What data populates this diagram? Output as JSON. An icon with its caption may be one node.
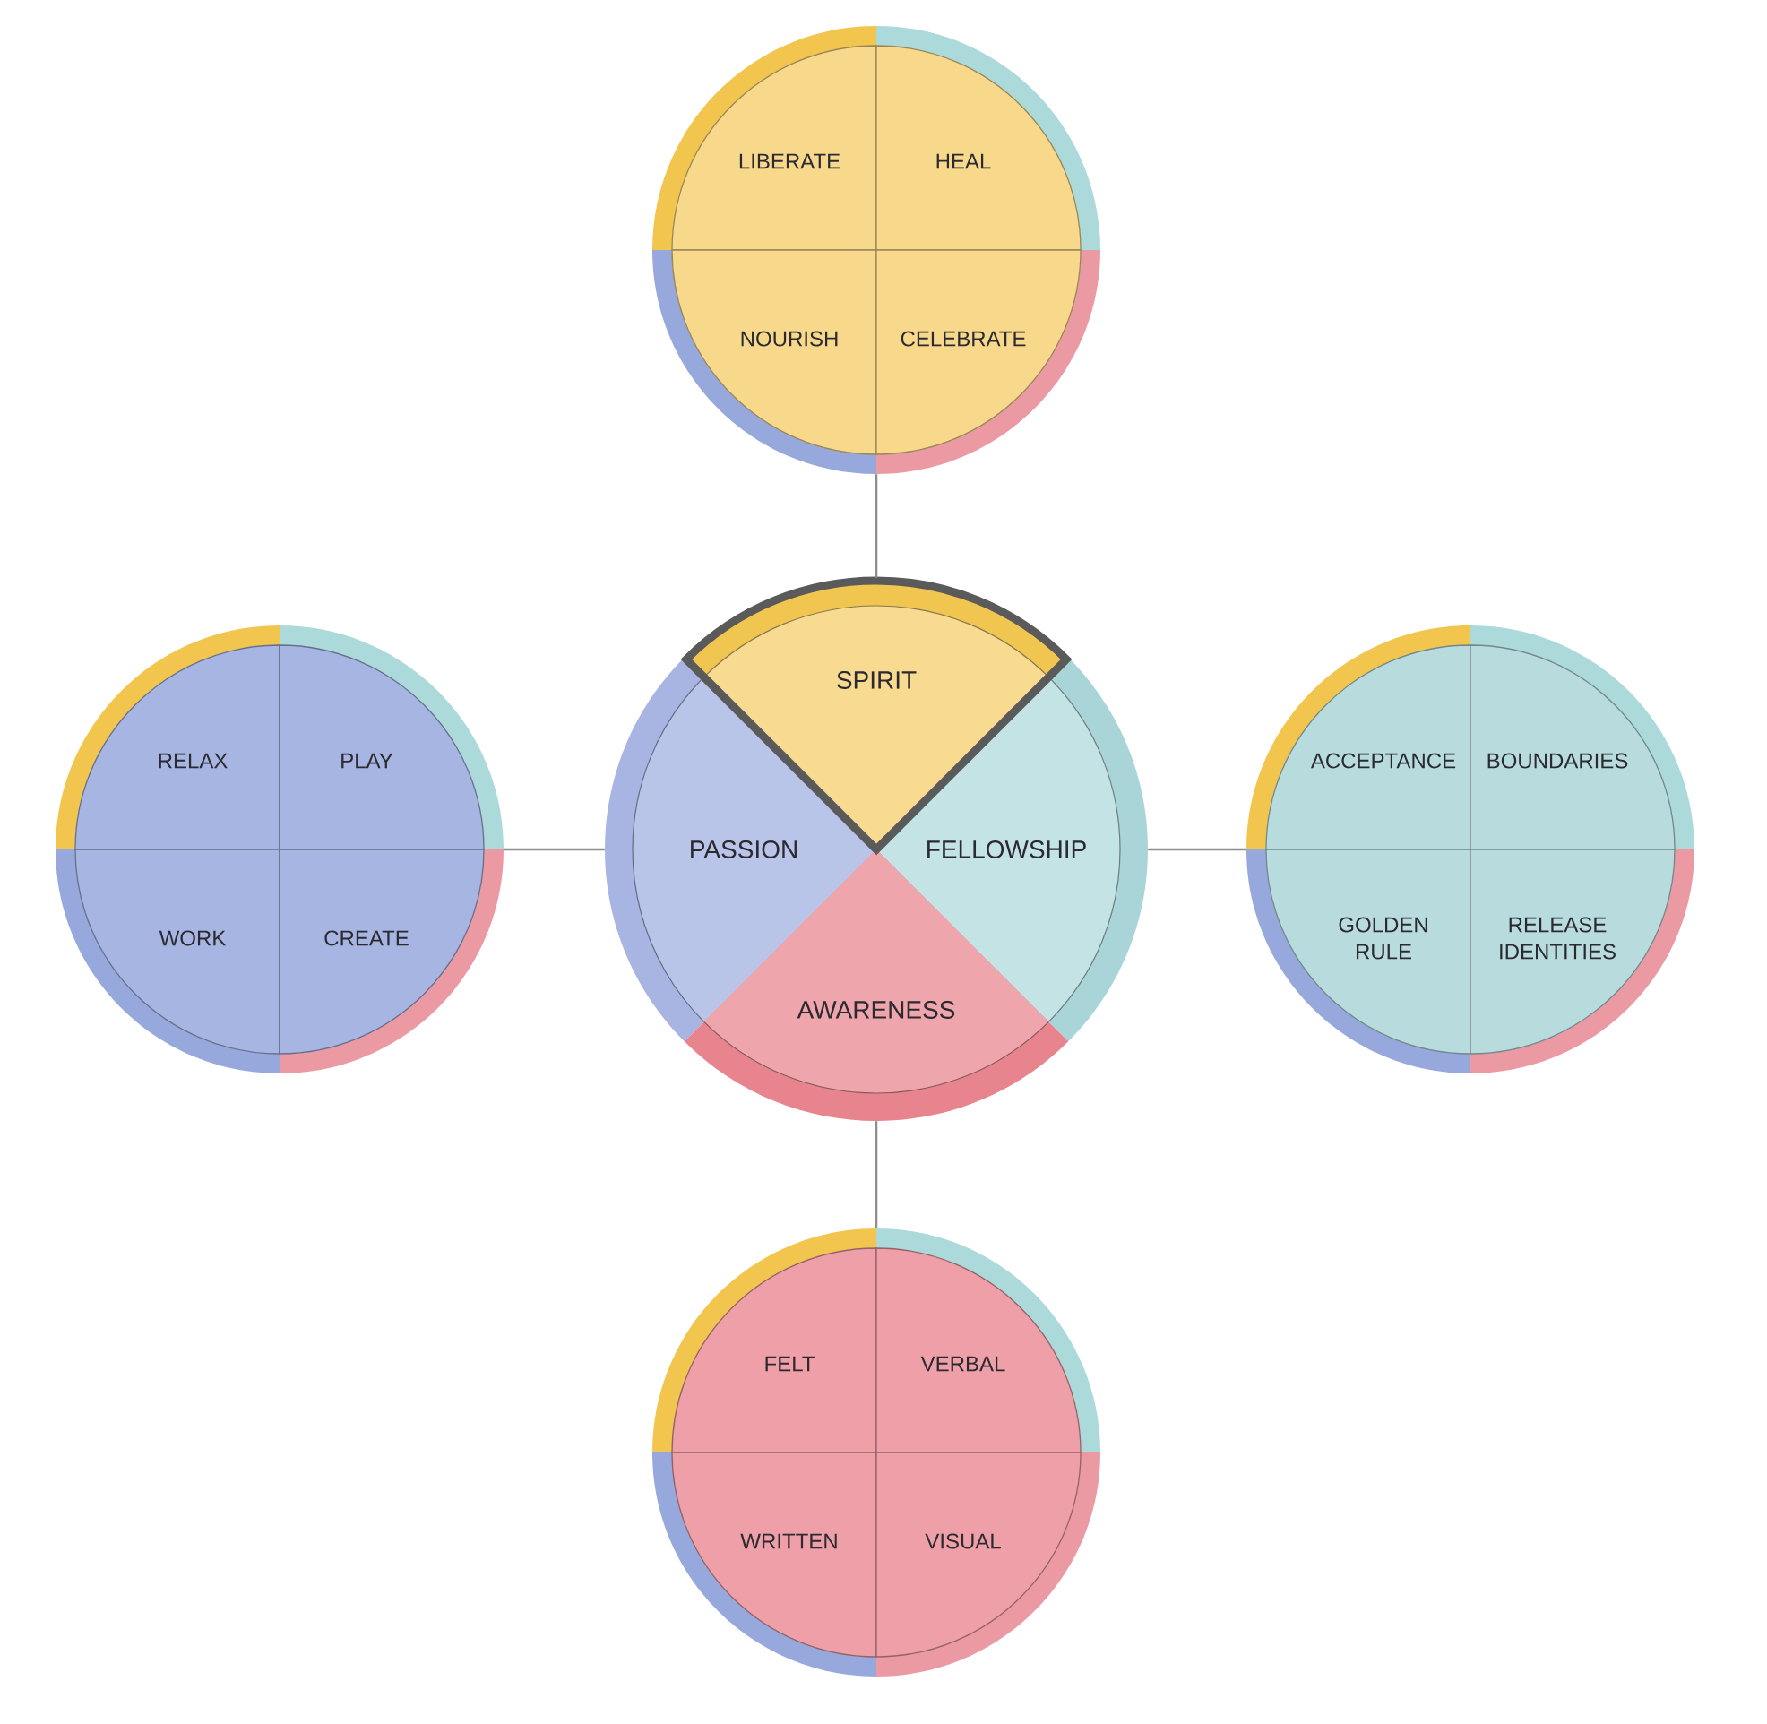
{
  "diagram": {
    "nodes": [
      {
        "text": [],
        "shape": "circle"
      },
      {
        "text": [
          "LIBERATE"
        ],
        "in": 0
      },
      {
        "text": [
          "HEAL"
        ],
        "in": 0
      },
      {
        "text": [
          "NOURISH"
        ],
        "in": 0
      },
      {
        "text": [
          "CELEBRATE"
        ],
        "in": 0
      },
      {
        "text": [],
        "shape": "circle"
      },
      {
        "text": [
          "RELAX"
        ],
        "in": 5
      },
      {
        "text": [
          "PLAY"
        ],
        "in": 5
      },
      {
        "text": [
          "WORK"
        ],
        "in": 5
      },
      {
        "text": [
          "CREATE"
        ],
        "in": 5
      },
      {
        "text": [
          "SPIRIT"
        ]
      },
      {
        "text": [
          "PASSION"
        ]
      },
      {
        "text": [
          "FELLOWSHIP"
        ]
      },
      {
        "text": [
          "AWARENESS"
        ]
      },
      {
        "text": [],
        "shape": "circle"
      },
      {
        "text": [
          "ACCEPTANCE"
        ],
        "in": 14
      },
      {
        "text": [
          "BOUNDARIES"
        ],
        "in": 14
      },
      {
        "text": [
          "GOLDEN RULE"
        ],
        "in": 14
      },
      {
        "text": [
          "RELEASE IDENTITIES"
        ],
        "in": 14
      },
      {
        "text": [],
        "shape": "circle"
      },
      {
        "text": [
          "FELT"
        ],
        "in": 19
      },
      {
        "text": [
          "VERBAL"
        ],
        "in": 19
      },
      {
        "text": [
          "WRITTEN"
        ],
        "in": 19
      },
      {
        "text": [
          "VISUAL"
        ],
        "in": 19
      }
    ],
    "edges": [
      {
        "from": 10,
        "to": 0,
        "arrow": "none"
      },
      {
        "from": 11,
        "to": 5,
        "arrow": "none"
      },
      {
        "from": 12,
        "to": 14,
        "arrow": "none"
      },
      {
        "from": 13,
        "to": 19,
        "arrow": "none"
      }
    ]
  }
}
